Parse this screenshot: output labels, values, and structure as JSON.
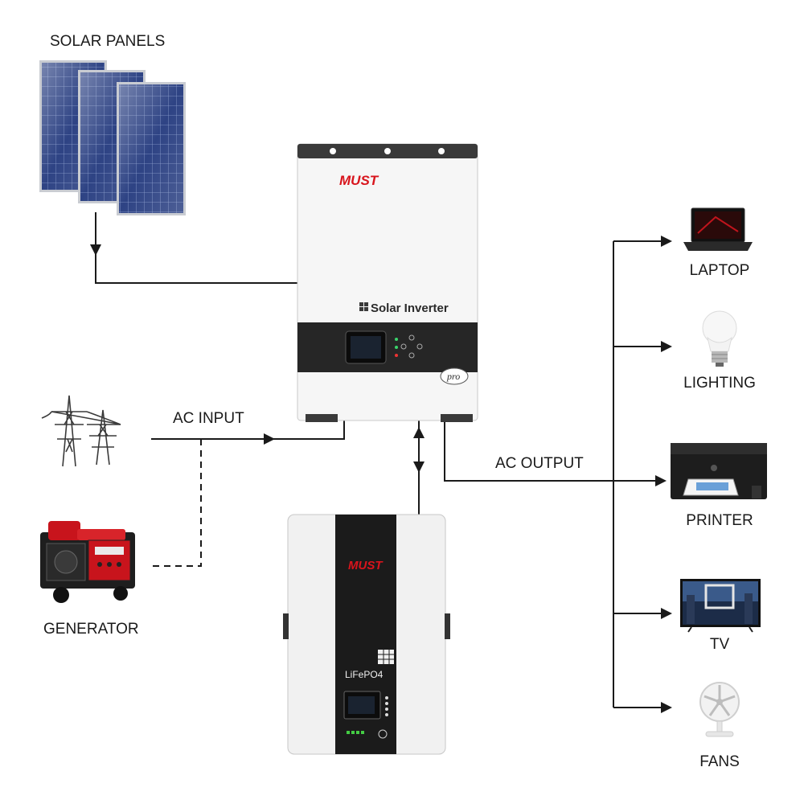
{
  "labels": {
    "solar_panels": "SOLAR PANELS",
    "ac_input": "AC INPUT",
    "generator": "GENERATOR",
    "ac_output": "AC OUTPUT"
  },
  "inverter": {
    "brand": "MUST",
    "product_name": "Solar Inverter",
    "badge": "pro"
  },
  "battery": {
    "brand": "MUST",
    "chemistry": "LiFePO4"
  },
  "loads": [
    "LAPTOP",
    "LIGHTING",
    "PRINTER",
    "TV",
    "FANS"
  ],
  "colors": {
    "brand_red": "#d8141c",
    "line": "#1a1a1a",
    "panel_blue": "#2c3f7a",
    "generator_red": "#c8141c"
  },
  "icons": [
    "solar-panel-icon",
    "power-tower-icon",
    "generator-icon",
    "laptop-icon",
    "light-bulb-icon",
    "printer-icon",
    "tv-icon",
    "fan-icon"
  ]
}
